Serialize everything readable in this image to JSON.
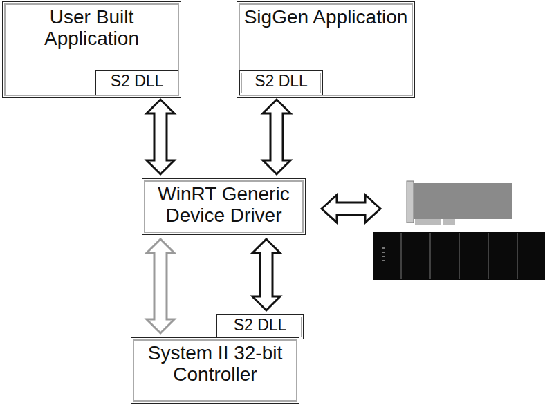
{
  "diagram": {
    "nodes": [
      {
        "text": [
          "User Built Application"
        ]
      },
      {
        "text": [
          "S2 DLL"
        ],
        "in": 0
      },
      {
        "text": [
          "SigGen Application"
        ]
      },
      {
        "text": [
          "S2 DLL"
        ],
        "in": 2
      },
      {
        "text": [
          "WinRT Generic Device Driver"
        ]
      },
      {
        "text": [
          "S2 DLL"
        ]
      },
      {
        "text": [
          "System II 32-bit Controller"
        ]
      }
    ],
    "edges": [
      {
        "from": 1,
        "to": 4,
        "arrow": "both"
      },
      {
        "from": 3,
        "to": 4,
        "arrow": "both"
      },
      {
        "from": 4,
        "to": 6,
        "arrow": "both"
      },
      {
        "from": 4,
        "to": 5,
        "arrow": "both"
      }
    ]
  }
}
